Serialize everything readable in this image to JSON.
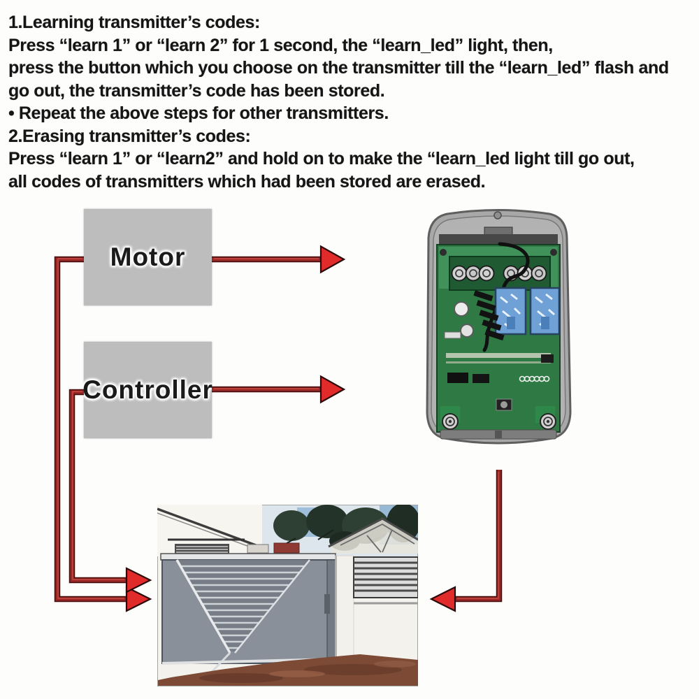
{
  "instructions": {
    "lines": [
      "1.Learning transmitter’s codes:",
      "Press “learn 1” or “learn 2” for 1 second, the “learn_led” light, then,",
      "press the button which you choose on the transmitter till the “learn_led” flash and",
      "go out, the transmitter’s code has been stored.",
      "•   Repeat the above steps for other transmitters.",
      "2.Erasing transmitter’s codes:",
      "Press “learn 1” or “learn2” and hold on to make the “learn_led light till go out,",
      "all codes of transmitters which had been stored are erased."
    ]
  },
  "diagram": {
    "motor_label": "Motor",
    "controller_label": "Controller"
  },
  "colors": {
    "box_fill": "#bdbdbd",
    "box_text": "#1a1a1a",
    "arrow_line": "#9b2727",
    "arrow_line_dark": "#4a0f0f",
    "arrow_head": "#e12b2b",
    "case_gray": "#a8a8a8",
    "pcb_green": "#2f7a44",
    "terminal_green": "#1f5a33",
    "relay_blue": "#6fa0d6",
    "gate_gray": "#8a9099",
    "sky_blue": "#8fb4d4",
    "tree_green": "#2e3f33",
    "dirt_brown": "#7c4a35"
  }
}
